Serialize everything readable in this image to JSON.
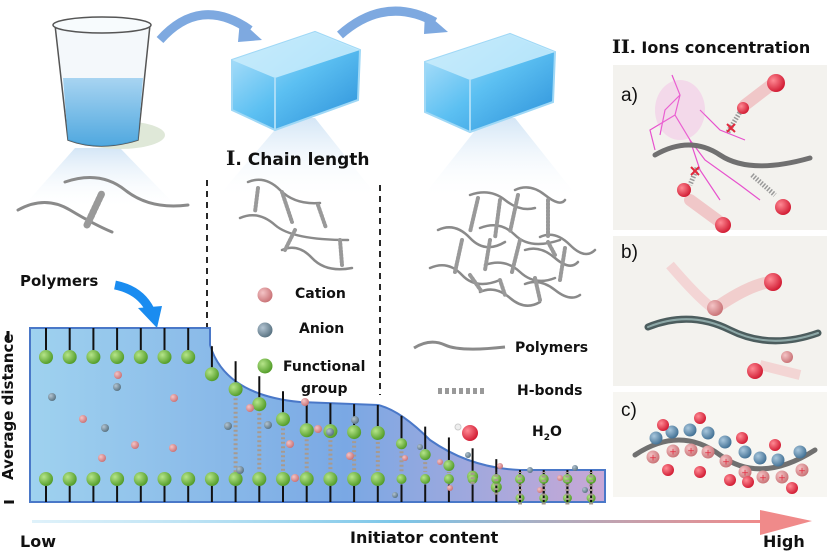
{
  "section_one": {
    "numeral": "I",
    "title": ". Chain length"
  },
  "section_two": {
    "numeral": "II",
    "title": ". Ions concentration"
  },
  "panels": [
    {
      "label": "a)",
      "description": "H-bonds between polymer chain and water broken by ions"
    },
    {
      "label": "b)",
      "description": "Hydrated polymer chain with water molecules"
    },
    {
      "label": "c)",
      "description": "Polymer chain with bound cations and anions"
    }
  ],
  "legend": {
    "cation": "Cation",
    "anion": "Anion",
    "functional_group_line1": "Functional",
    "functional_group_line2": "group",
    "polymers": "Polymers",
    "h_bonds": "H-bonds",
    "h2o_main": "H",
    "h2o_sub": "2",
    "h2o_tail": "O"
  },
  "labels": {
    "polymers_pointer": "Polymers",
    "y_axis": "Average distance",
    "x_axis": "Initiator content",
    "x_low": "Low",
    "x_high": "High"
  },
  "stages": [
    {
      "name": "solution",
      "image": "beaker-of-water"
    },
    {
      "name": "hydrogel-short-chain",
      "image": "blue-gel-block"
    },
    {
      "name": "hydrogel-long-chain",
      "image": "blue-gel-block"
    }
  ],
  "colors": {
    "cation": "#d9888c",
    "anion": "#6c8496",
    "functional_group": "#6ab43c",
    "water": "#e2293d",
    "polymer": "#8a8a8a",
    "arrow_blue": "#7ea9e0",
    "pointer_blue": "#1a8cf0",
    "lightning": "#e535c8"
  }
}
